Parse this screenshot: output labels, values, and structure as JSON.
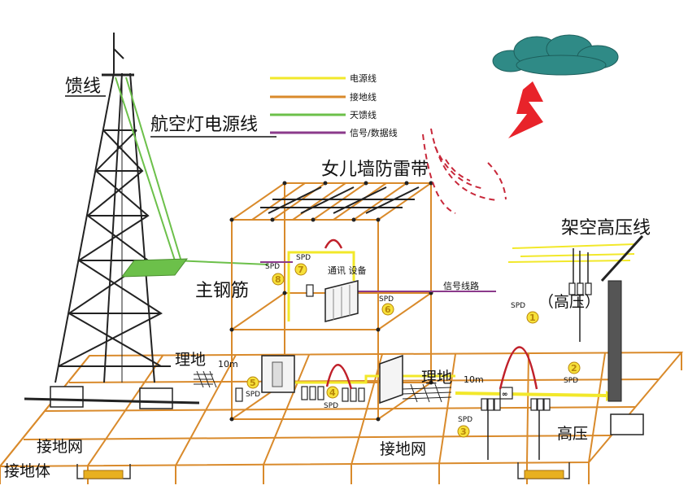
{
  "legend": [
    {
      "label": "电源线",
      "color": "#f2e82a"
    },
    {
      "label": "接地线",
      "color": "#d98a2b"
    },
    {
      "label": "天馈线",
      "color": "#6cc04a"
    },
    {
      "label": "信号/数据线",
      "color": "#8b3a8b"
    }
  ],
  "labels": {
    "feeder": "馈线",
    "aviation_light_power": "航空灯电源线",
    "parapet_lightning_strip": "女儿墙防雷带",
    "main_rebar": "主钢筋",
    "overhead_hv_line": "架空高压线",
    "high_voltage_paren": "（高压）",
    "signal_line": "信号线路",
    "telecom_equipment": "通讯  设备",
    "ground_left": "理地",
    "ground_right": "理地",
    "ten_m_left": "10m",
    "ten_m_right": "10m",
    "grounding_grid_left": "接地网",
    "grounding_grid_center": "接地网",
    "grounding_body": "接地体",
    "high_voltage": "高压",
    "spd": "SPD"
  },
  "spd_points": [
    "1",
    "2",
    "3",
    "4",
    "5",
    "6",
    "7",
    "8"
  ],
  "colors": {
    "ground": "#d98a2b",
    "power": "#f2e82a",
    "antenna": "#6cc04a",
    "signal": "#8b3a8b",
    "cloud": "#2f8a86",
    "bolt": "#e8232a",
    "wave": "#c8283a",
    "arc": "#c0202a"
  }
}
